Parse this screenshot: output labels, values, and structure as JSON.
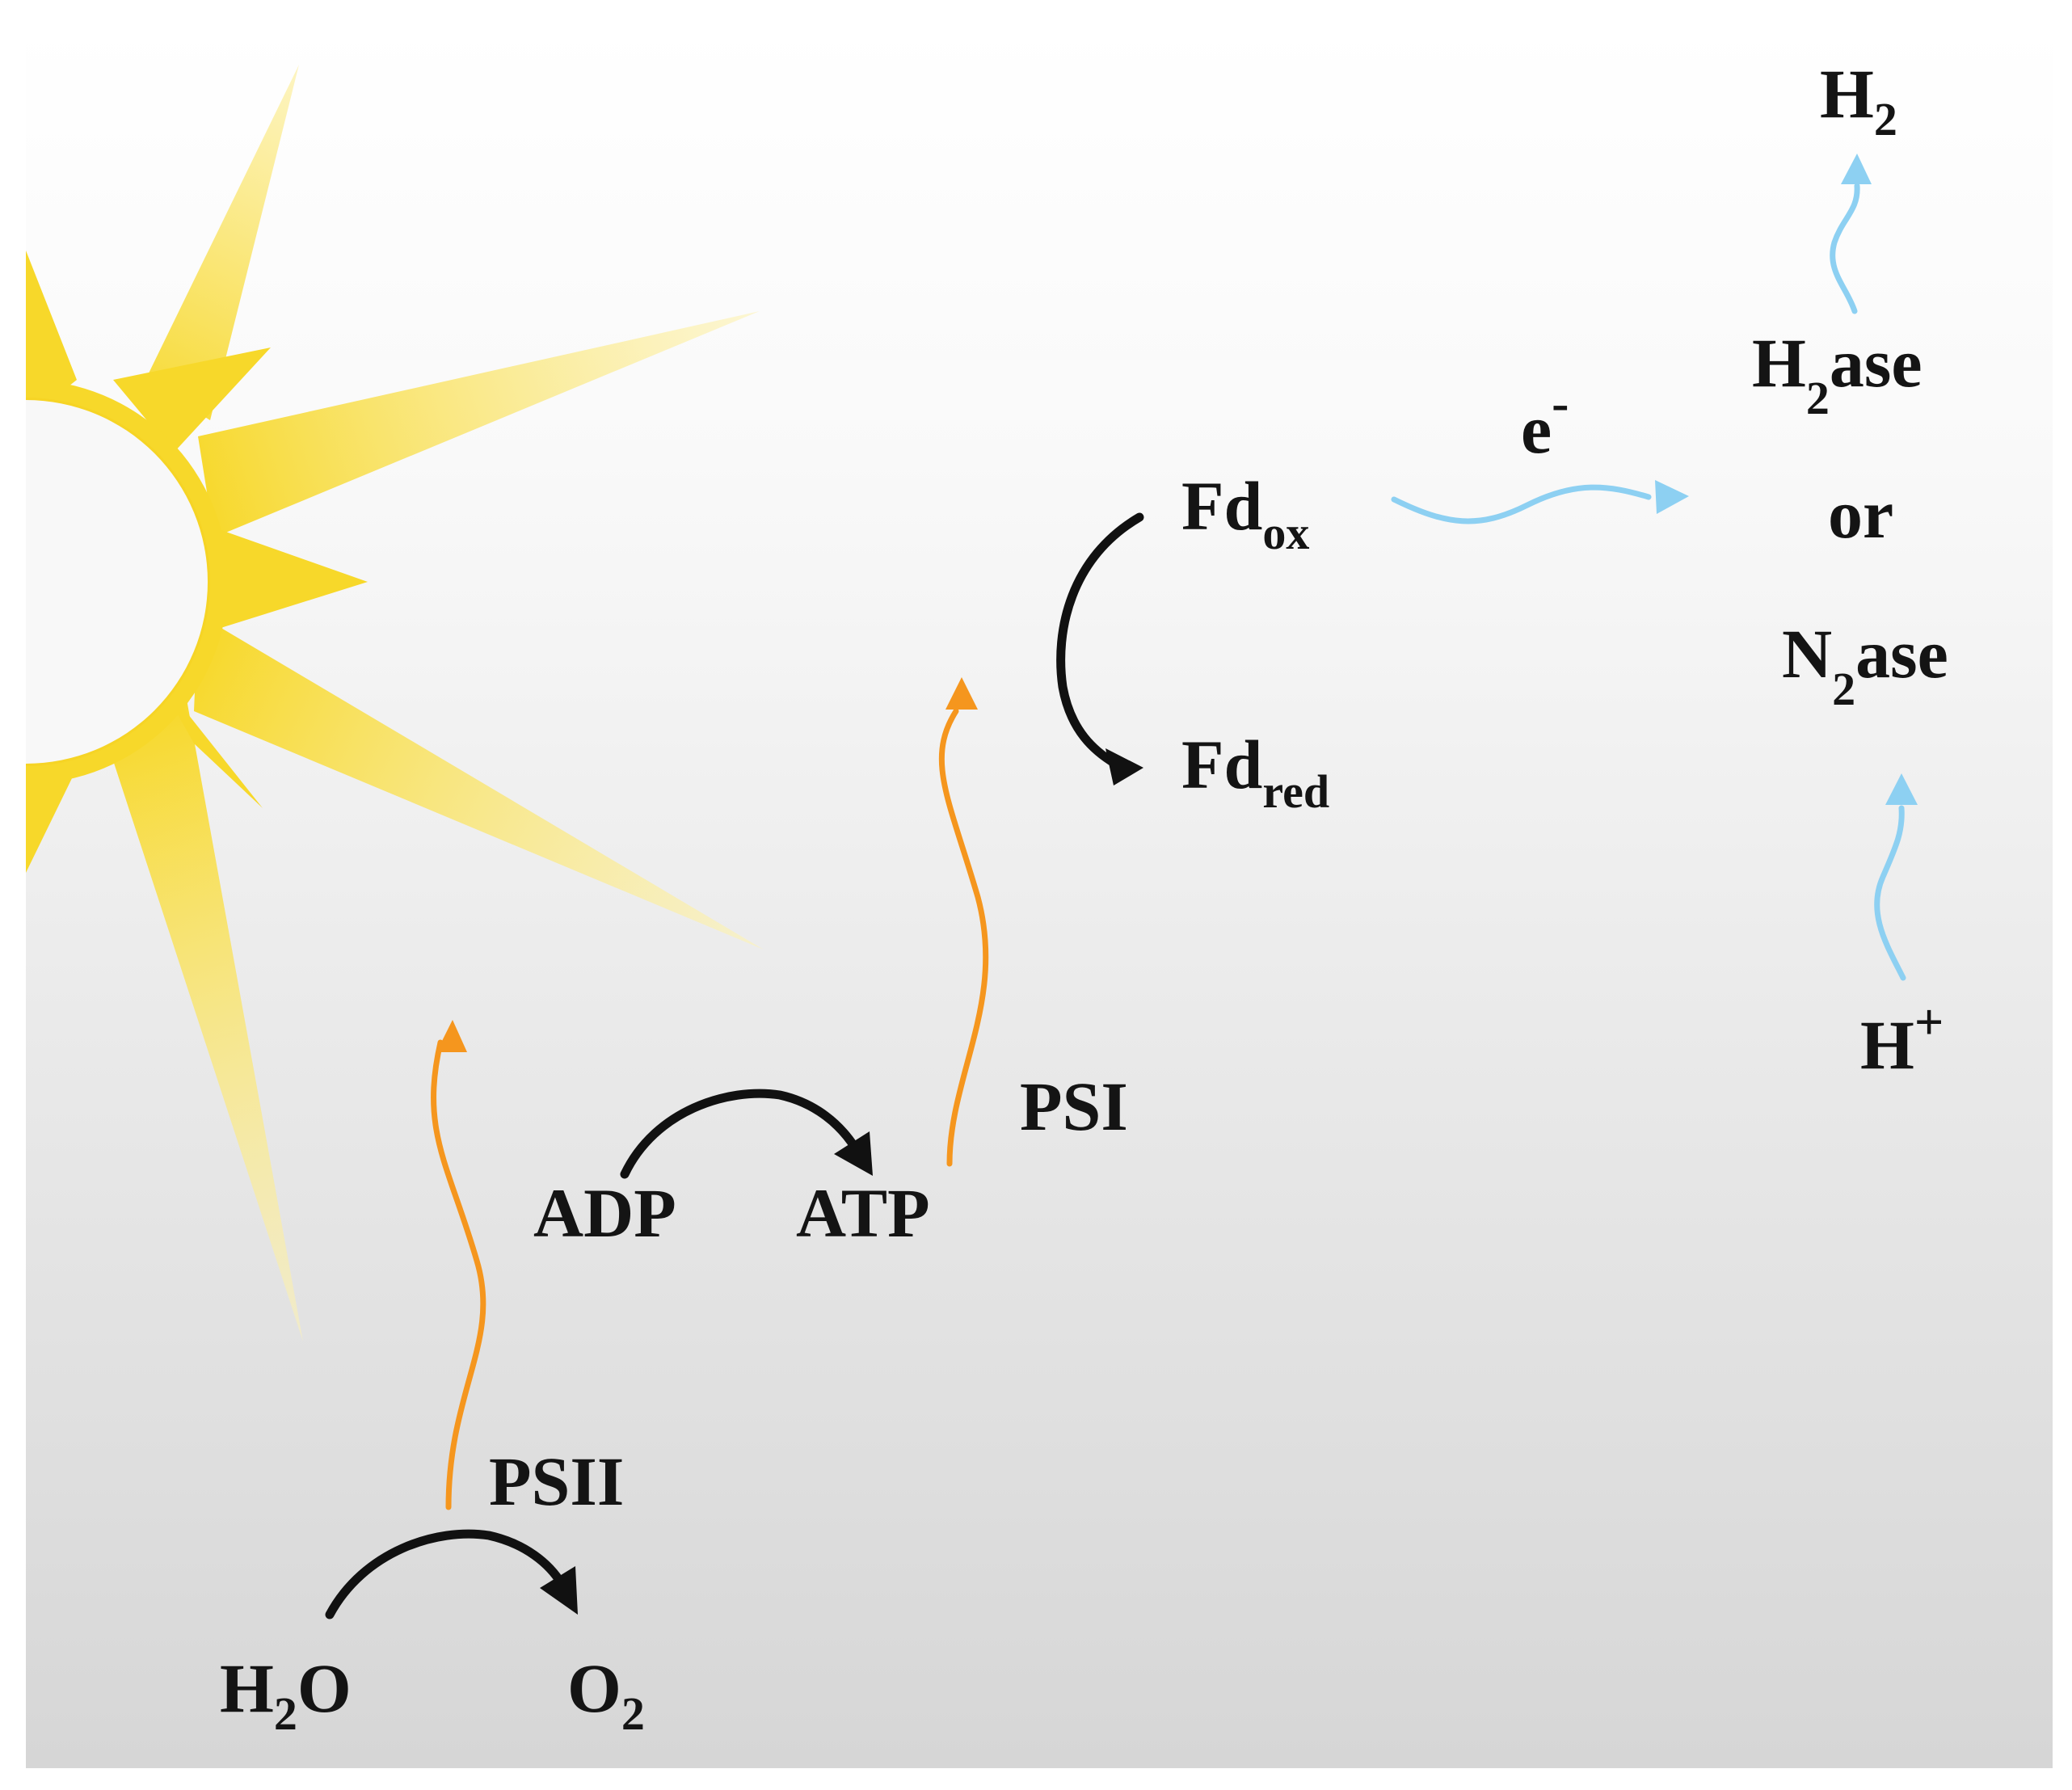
{
  "colors": {
    "bg_top": "#ffffff",
    "bg_bottom": "#d6d6d6",
    "sun": "#f7d82a",
    "ray_light": "#fbeea0",
    "orange_arrow": "#f5961e",
    "blue_arrow": "#8dd0f2",
    "black_arrow": "#111111",
    "text": "#141414"
  },
  "icons": {
    "sun": "sun-icon"
  },
  "labels": {
    "h2o": {
      "main": "H",
      "sub": "2",
      "tail": "O"
    },
    "o2": {
      "main": "O",
      "sub": "2"
    },
    "psii": "PSII",
    "adp": "ADP",
    "atp": "ATP",
    "psi": "PSI",
    "fd_ox": {
      "main": "Fd",
      "sub": "ox"
    },
    "fd_red": {
      "main": "Fd",
      "sub": "red"
    },
    "electron": {
      "main": "e",
      "sup": "-"
    },
    "h2": {
      "main": "H",
      "sub": "2"
    },
    "h2ase": {
      "main": "H",
      "sub": "2",
      "tail": "ase"
    },
    "or": "or",
    "n2ase": {
      "main": "N",
      "sub": "2",
      "tail": "ase"
    },
    "h_plus": {
      "main": "H",
      "sup": "+"
    }
  }
}
